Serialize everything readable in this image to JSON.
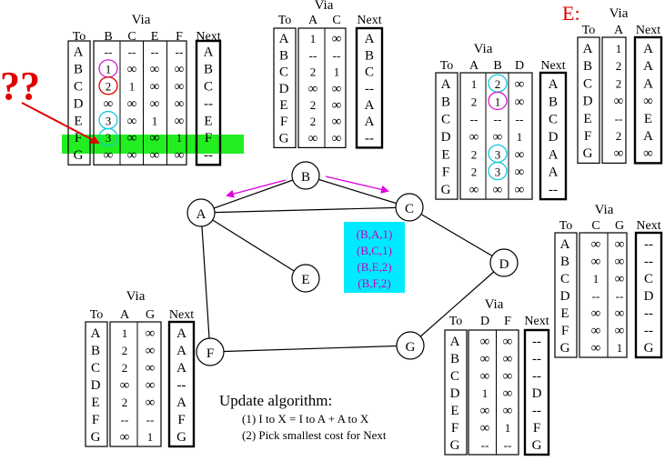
{
  "marks": {
    "question": "??",
    "e_marker": "E:"
  },
  "graph": {
    "nodes": [
      "A",
      "B",
      "C",
      "D",
      "E",
      "F",
      "G"
    ],
    "edges": [
      [
        "A",
        "B"
      ],
      [
        "B",
        "C"
      ],
      [
        "A",
        "C"
      ],
      [
        "C",
        "D"
      ],
      [
        "A",
        "E"
      ],
      [
        "A",
        "F"
      ],
      [
        "F",
        "G"
      ],
      [
        "G",
        "D"
      ]
    ]
  },
  "messages": [
    "(B,A,1)",
    "(B,C,1)",
    "(B,E,2)",
    "(B,F,2)"
  ],
  "update": {
    "title": "Update algorithm:",
    "step1": "(1) I to X = I to A + A to X",
    "step2": "(2) Pick smallest cost for Next"
  },
  "tables": {
    "B": {
      "via": "Via",
      "to": "To",
      "next": "Next",
      "cols": [
        "B",
        "C",
        "E",
        "F"
      ],
      "rows": [
        "A",
        "B",
        "C",
        "D",
        "E",
        "F",
        "G"
      ],
      "cells": [
        [
          "--",
          "--",
          "--",
          "--"
        ],
        [
          "1",
          "∞",
          "∞",
          "∞"
        ],
        [
          "2",
          "1",
          "∞",
          "∞"
        ],
        [
          "∞",
          "∞",
          "∞",
          "∞"
        ],
        [
          "3",
          "∞",
          "1",
          "∞"
        ],
        [
          "3",
          "∞",
          "∞",
          "1"
        ],
        [
          "∞",
          "∞",
          "∞",
          "∞"
        ]
      ],
      "next_vals": [
        "A",
        "B",
        "C",
        "--",
        "E",
        "F",
        "--"
      ]
    },
    "A": {
      "via": "Via",
      "to": "To",
      "next": "Next",
      "cols": [
        "A",
        "C"
      ],
      "rows": [
        "A",
        "B",
        "C",
        "D",
        "E",
        "F",
        "G"
      ],
      "cells": [
        [
          "1",
          "∞"
        ],
        [
          "--",
          "--"
        ],
        [
          "2",
          "1"
        ],
        [
          "∞",
          "∞"
        ],
        [
          "2",
          "∞"
        ],
        [
          "2",
          "∞"
        ],
        [
          "∞",
          "∞"
        ]
      ],
      "next_vals": [
        "A",
        "B",
        "C",
        "--",
        "A",
        "A",
        "--"
      ]
    },
    "C": {
      "via": "Via",
      "to": "To",
      "next": "Next",
      "cols": [
        "A",
        "B",
        "D"
      ],
      "rows": [
        "A",
        "B",
        "C",
        "D",
        "E",
        "F",
        "G"
      ],
      "cells": [
        [
          "1",
          "2",
          "∞"
        ],
        [
          "2",
          "1",
          "∞"
        ],
        [
          "--",
          "--",
          "--"
        ],
        [
          "∞",
          "∞",
          "1"
        ],
        [
          "2",
          "3",
          "∞"
        ],
        [
          "2",
          "3",
          "∞"
        ],
        [
          "∞",
          "∞",
          "∞"
        ]
      ],
      "next_vals": [
        "A",
        "B",
        "C",
        "D",
        "A",
        "A",
        "--"
      ]
    },
    "E": {
      "via": "Via",
      "to": "To",
      "next": "Next",
      "cols": [
        "A"
      ],
      "rows": [
        "A",
        "B",
        "C",
        "D",
        "E",
        "F",
        "G"
      ],
      "cells": [
        [
          "1"
        ],
        [
          "2"
        ],
        [
          "2"
        ],
        [
          "∞"
        ],
        [
          "--"
        ],
        [
          "2"
        ],
        [
          "∞"
        ]
      ],
      "next_vals": [
        "A",
        "A",
        "A",
        "∞",
        "E",
        "A",
        "∞"
      ]
    },
    "D": {
      "via": "Via",
      "to": "To",
      "next": "Next",
      "cols": [
        "C",
        "G"
      ],
      "rows": [
        "A",
        "B",
        "C",
        "D",
        "E",
        "F",
        "G"
      ],
      "cells": [
        [
          "∞",
          "∞"
        ],
        [
          "∞",
          "∞"
        ],
        [
          "1",
          "∞"
        ],
        [
          "--",
          "--"
        ],
        [
          "∞",
          "∞"
        ],
        [
          "∞",
          "∞"
        ],
        [
          "∞",
          "1"
        ]
      ],
      "next_vals": [
        "--",
        "--",
        "C",
        "D",
        "--",
        "--",
        "G"
      ]
    },
    "F": {
      "via": "Via",
      "to": "To",
      "next": "Next",
      "cols": [
        "A",
        "G"
      ],
      "rows": [
        "A",
        "B",
        "C",
        "D",
        "E",
        "F",
        "G"
      ],
      "cells": [
        [
          "1",
          "∞"
        ],
        [
          "2",
          "∞"
        ],
        [
          "2",
          "∞"
        ],
        [
          "∞",
          "∞"
        ],
        [
          "2",
          "∞"
        ],
        [
          "--",
          "--"
        ],
        [
          "∞",
          "1"
        ]
      ],
      "next_vals": [
        "A",
        "A",
        "A",
        "--",
        "A",
        "F",
        "G"
      ]
    },
    "G": {
      "via": "Via",
      "to": "To",
      "next": "Next",
      "cols": [
        "D",
        "F"
      ],
      "rows": [
        "A",
        "B",
        "C",
        "D",
        "E",
        "F",
        "G"
      ],
      "cells": [
        [
          "∞",
          "∞"
        ],
        [
          "∞",
          "∞"
        ],
        [
          "∞",
          "∞"
        ],
        [
          "1",
          "∞"
        ],
        [
          "∞",
          "∞"
        ],
        [
          "∞",
          "1"
        ],
        [
          "--",
          "--"
        ]
      ],
      "next_vals": [
        "--",
        "--",
        "--",
        "D",
        "--",
        "F",
        "G"
      ]
    }
  }
}
